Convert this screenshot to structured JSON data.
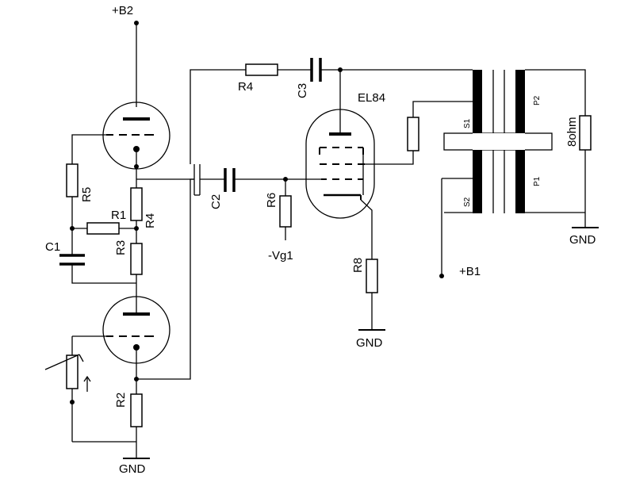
{
  "labels": {
    "b2": "+B2",
    "b1": "+B1",
    "gnd_bottom": "GND",
    "gnd_r8": "GND",
    "gnd_load": "GND",
    "vg1": "-Vg1",
    "tube": "EL84",
    "load": "8ohm",
    "r1": "R1",
    "r2": "R2",
    "r3": "R3",
    "r4_feedback": "R4",
    "r4_vertical": "R4",
    "r5": "R5",
    "r6": "R6",
    "r8": "R8",
    "c1": "C1",
    "c2": "C2",
    "c3": "C3",
    "s1": "S1",
    "s2": "S2",
    "p1": "P1",
    "p2": "P2"
  },
  "colors": {
    "ink": "#000000",
    "background": "#ffffff"
  }
}
